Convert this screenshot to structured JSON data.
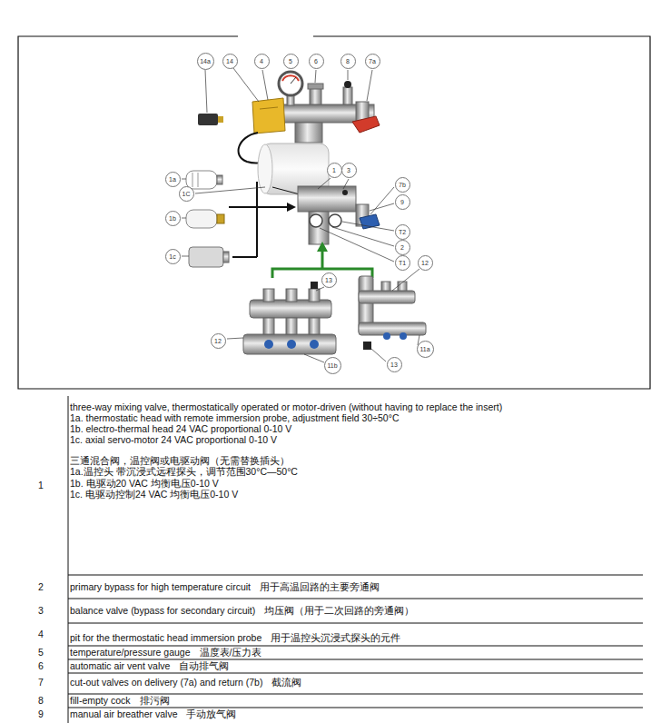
{
  "diagram": {
    "nodes": [
      {
        "text": [
          "14a"
        ]
      },
      {
        "text": [
          "14"
        ]
      },
      {
        "text": [
          "4"
        ]
      },
      {
        "text": [
          "5"
        ]
      },
      {
        "text": [
          "6"
        ]
      },
      {
        "text": [
          "8"
        ]
      },
      {
        "text": [
          "7a"
        ]
      },
      {
        "text": [
          "1a"
        ]
      },
      {
        "text": [
          "1C"
        ]
      },
      {
        "text": [
          "1b"
        ]
      },
      {
        "text": [
          "1c"
        ]
      },
      {
        "text": [
          "1"
        ]
      },
      {
        "text": [
          "3"
        ]
      },
      {
        "text": [
          "7b"
        ]
      },
      {
        "text": [
          "9"
        ]
      },
      {
        "text": [
          "T2"
        ]
      },
      {
        "text": [
          "2"
        ]
      },
      {
        "text": [
          "T1"
        ]
      },
      {
        "text": [
          "13"
        ]
      },
      {
        "text": [
          "12"
        ]
      },
      {
        "text": [
          "12"
        ]
      },
      {
        "text": [
          "11b"
        ]
      },
      {
        "text": [
          "13"
        ]
      },
      {
        "text": [
          "11a"
        ]
      }
    ],
    "labels": [
      "1",
      "three-way mixing valve, thermostatically operated or motor-driven (without having to replace the insert)",
      "1a. thermostatic head with remote immersion probe, adjustment field 30÷50°C",
      "1b. electro-thermal head 24 VAC proportional 0-10 V",
      "1c. axial servo-motor 24 VAC proportional 0-10 V",
      "三通混合阀，温控阀或电驱动阀（无需替换插头）",
      "1a.温控头 带沉浸式远程探头，调节范围30°C—50°C",
      "1b. 电驱动20 VAC 均衡电压0-10 V",
      "1c. 电驱动控制24 VAC 均衡电压0-10 V",
      "2",
      "primary bypass for high temperature circuit",
      "用于高温回路的主要旁通阀",
      "3",
      "balance valve (bypass for secondary circuit)",
      "均压阀（用于二次回路的旁通阀）",
      "4",
      "pit for the thermostatic head immersion probe",
      "用于温控头沉浸式探头的元件",
      "5",
      "temperature/pressure gauge",
      "温度表/压力表",
      "6",
      "automatic air vent valve",
      "自动排气阀",
      "7",
      "cut-out valves on delivery (7a) and return (7b)",
      "截流阀",
      "8",
      "fill-empty cock",
      "排污阀",
      "9",
      "manual air breather valve",
      "手动放气阀"
    ]
  }
}
